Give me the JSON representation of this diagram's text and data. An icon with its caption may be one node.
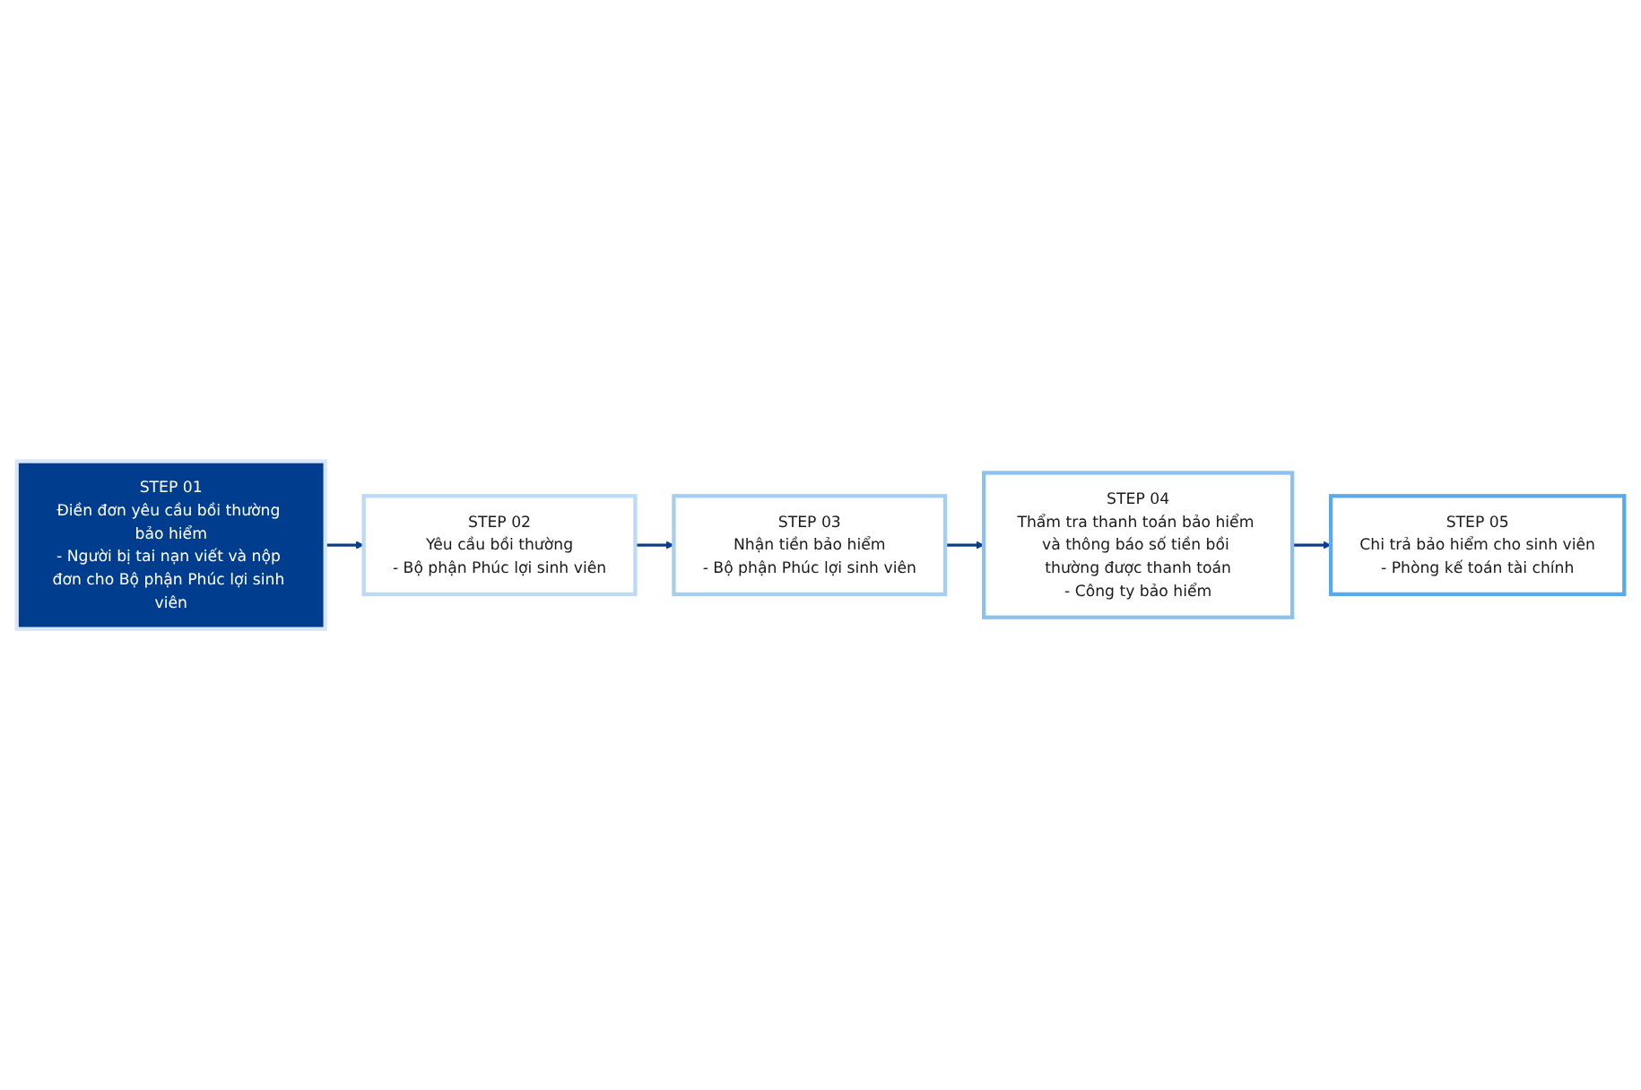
{
  "diagram": {
    "nodes": [
      {
        "text": [
          "STEP 01",
          "Điền đơn yêu cầu bồi thường bảo hiểm",
          "- Người bị tai nạn viết và nộp đơn cho Bộ phận Phúc lợi sinh viên"
        ]
      },
      {
        "text": [
          "STEP 02",
          "Yêu cầu bồi thường",
          "- Bộ phận Phúc lợi sinh viên"
        ]
      },
      {
        "text": [
          "STEP 03",
          "Nhận tiền bảo hiểm",
          "- Bộ phận Phúc lợi sinh viên"
        ]
      },
      {
        "text": [
          "STEP 04",
          "Thẩm tra thanh toán bảo hiểm và thông báo số tiền bồi thường được thanh toán",
          "- Công ty bảo hiểm"
        ]
      },
      {
        "text": [
          "STEP 05",
          "Chi trả bảo hiểm cho sinh viên",
          "- Phòng kế toán tài chính"
        ]
      }
    ],
    "edges": [
      {
        "from": 0,
        "to": 1,
        "arrow": "to"
      },
      {
        "from": 1,
        "to": 2,
        "arrow": "to"
      },
      {
        "from": 2,
        "to": 3,
        "arrow": "to"
      },
      {
        "from": 3,
        "to": 4,
        "arrow": "to"
      }
    ]
  }
}
